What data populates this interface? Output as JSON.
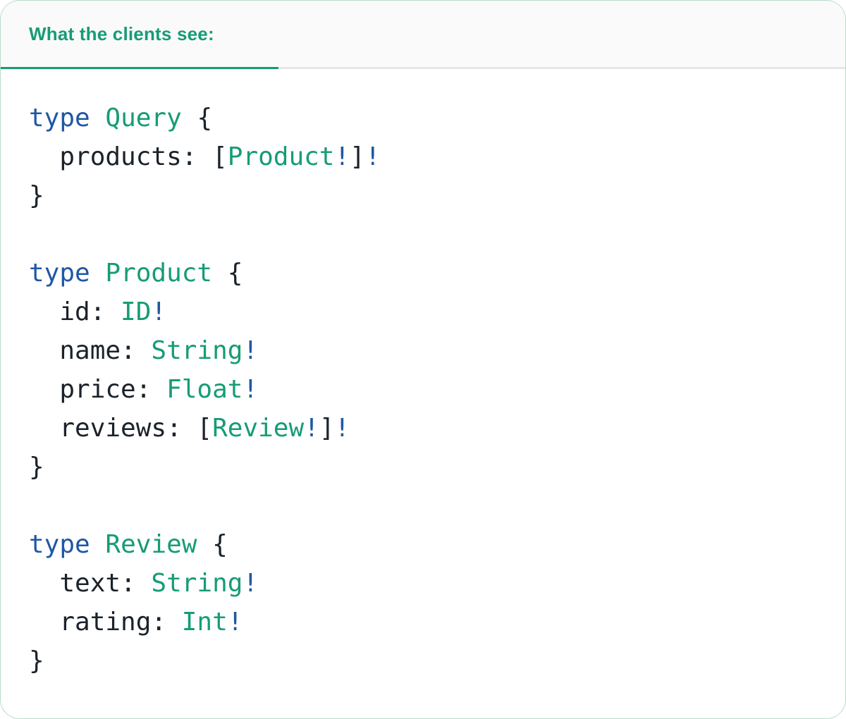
{
  "colors": {
    "accent_green": "#169c76",
    "keyword_blue": "#1f57a4",
    "code_dark": "#1b222a",
    "tab_bar_bg": "#fafafa",
    "tab_bar_border": "#e7e7e7",
    "card_border": "#b9dcc8"
  },
  "tab_bar": {
    "tabs": [
      {
        "label": "What the clients see:",
        "active": true
      }
    ]
  },
  "code": {
    "language": "graphql",
    "lines": [
      {
        "tokens": [
          {
            "text": "type",
            "style": "keyword"
          },
          {
            "text": " ",
            "style": "punct"
          },
          {
            "text": "Query",
            "style": "typename"
          },
          {
            "text": " {",
            "style": "punct"
          }
        ]
      },
      {
        "tokens": [
          {
            "text": "  products: [",
            "style": "punct"
          },
          {
            "text": "Product",
            "style": "typename"
          },
          {
            "text": "!",
            "style": "bang"
          },
          {
            "text": "]",
            "style": "punct"
          },
          {
            "text": "!",
            "style": "bang"
          }
        ]
      },
      {
        "tokens": [
          {
            "text": "}",
            "style": "punct"
          }
        ]
      },
      {
        "tokens": []
      },
      {
        "tokens": [
          {
            "text": "type",
            "style": "keyword"
          },
          {
            "text": " ",
            "style": "punct"
          },
          {
            "text": "Product",
            "style": "typename"
          },
          {
            "text": " {",
            "style": "punct"
          }
        ]
      },
      {
        "tokens": [
          {
            "text": "  id: ",
            "style": "punct"
          },
          {
            "text": "ID",
            "style": "typename"
          },
          {
            "text": "!",
            "style": "bang"
          }
        ]
      },
      {
        "tokens": [
          {
            "text": "  name: ",
            "style": "punct"
          },
          {
            "text": "String",
            "style": "typename"
          },
          {
            "text": "!",
            "style": "bang"
          }
        ]
      },
      {
        "tokens": [
          {
            "text": "  price: ",
            "style": "punct"
          },
          {
            "text": "Float",
            "style": "typename"
          },
          {
            "text": "!",
            "style": "bang"
          }
        ]
      },
      {
        "tokens": [
          {
            "text": "  reviews: [",
            "style": "punct"
          },
          {
            "text": "Review",
            "style": "typename"
          },
          {
            "text": "!",
            "style": "bang"
          },
          {
            "text": "]",
            "style": "punct"
          },
          {
            "text": "!",
            "style": "bang"
          }
        ]
      },
      {
        "tokens": [
          {
            "text": "}",
            "style": "punct"
          }
        ]
      },
      {
        "tokens": []
      },
      {
        "tokens": [
          {
            "text": "type",
            "style": "keyword"
          },
          {
            "text": " ",
            "style": "punct"
          },
          {
            "text": "Review",
            "style": "typename"
          },
          {
            "text": " {",
            "style": "punct"
          }
        ]
      },
      {
        "tokens": [
          {
            "text": "  text: ",
            "style": "punct"
          },
          {
            "text": "String",
            "style": "typename"
          },
          {
            "text": "!",
            "style": "bang"
          }
        ]
      },
      {
        "tokens": [
          {
            "text": "  rating: ",
            "style": "punct"
          },
          {
            "text": "Int",
            "style": "typename"
          },
          {
            "text": "!",
            "style": "bang"
          }
        ]
      },
      {
        "tokens": [
          {
            "text": "}",
            "style": "punct"
          }
        ]
      }
    ]
  }
}
